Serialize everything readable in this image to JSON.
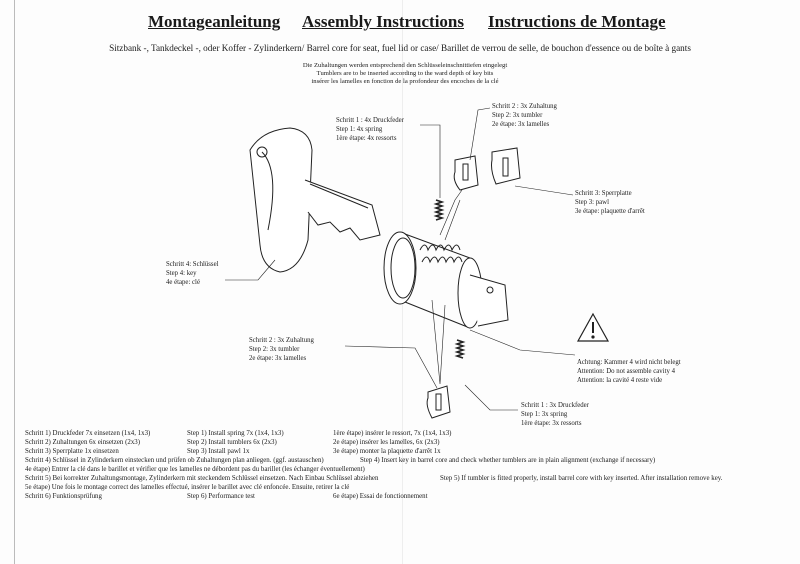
{
  "header": {
    "title_de": "Montageanleitung",
    "title_en": "Assembly Instructions",
    "title_fr": "Instructions de Montage",
    "subtitle": "Sitzbank -, Tankdeckel -, oder Koffer - Zylinderkern/ Barrel core for seat, fuel lid or case/ Barillet de verrou de selle, de bouchon d'essence ou de boîte à gants",
    "notes": [
      "Die Zuhaltungen werden entsprechend den Schlüsseleinschnittiefen eingelegt",
      "Tumblers are to be inserted according to the ward depth of key bits",
      "insérer les lamelles en fonction de la profondeur des encoches de la clé"
    ]
  },
  "callouts": {
    "step1_top": [
      "Schritt 1 : 4x Druckfeder",
      "Step 1: 4x spring",
      "1ère étape: 4x ressorts"
    ],
    "step2_top": [
      "Schritt 2 : 3x Zuhaltung",
      "Step 2: 3x tumbler",
      "2e étape: 3x lamelles"
    ],
    "step3": [
      "Schritt 3: Sperrplatte",
      "Step 3: pawl",
      "3e étape: plaquette d'arrêt"
    ],
    "step4": [
      "Schritt 4: Schlüssel",
      "Step 4: key",
      "4e étape: clé"
    ],
    "step2_bottom": [
      "Schritt 2 : 3x Zuhaltung",
      "Step 2: 3x tumbler",
      "2e étape: 3x lamelles"
    ],
    "warning": [
      "Achtung: Kammer 4 wird nicht belegt",
      "Attention: Do not assemble cavity 4",
      "Attention: la cavité 4 reste vide"
    ],
    "step1_bottom": [
      "Schritt 1 : 3x Druckfeder",
      "Step 1: 3x spring",
      "1ère étape: 3x ressorts"
    ]
  },
  "instructions": {
    "row1": [
      "Schritt 1) Druckfeder 7x einsetzen (1x4, 1x3)",
      "Step 1) Install spring 7x (1x4, 1x3)",
      "1ère étape) insérer le ressort, 7x (1x4, 1x3)"
    ],
    "row2": [
      "Schritt 2) Zuhaltungen 6x einsetzen (2x3)",
      "Step 2) Install tumblers 6x (2x3)",
      "2e étape) insérer les lamelles, 6x (2x3)"
    ],
    "row3": [
      "Schritt 3) Sperrplatte 1x einsetzen",
      "Step 3) Install pawl 1x",
      "3e étape) monter la plaquette d'arrêt 1x"
    ],
    "row4_de": "Schritt 4) Schlüssel in Zylinderkern einstecken und prüfen ob Zuhaltungen plan anliegen. (ggf. austauschen)",
    "row4_en": "Step 4) Insert key in barrel core and check whether tumblers are in plain alignment (exchange if necessary)",
    "row5_fr": "4e étape) Entrer la clé dans le barillet et vérifier que les lamelles ne débordent pas du barillet (les échanger éventuellement)",
    "row6_de": "Schritt 5) Bei korrekter Zuhaltungsmontage, Zylinderkern mit steckendem Schlüssel einsetzen. Nach Einbau Schlüssel abziehen",
    "row6_en": "Step 5) If tumbler is fitted properly, install barrel core with key inserted. After installation remove key.",
    "row7_fr": "5e étape) Une fois le montage correct des lamelles effectué, insérer le barillet avec clé enfoncée. Ensuite, retirer la clé",
    "row8": [
      "Schritt 6) Funktionsprüfung",
      "Step 6) Performance test",
      "6e étape) Essai de fonctionnement"
    ]
  }
}
